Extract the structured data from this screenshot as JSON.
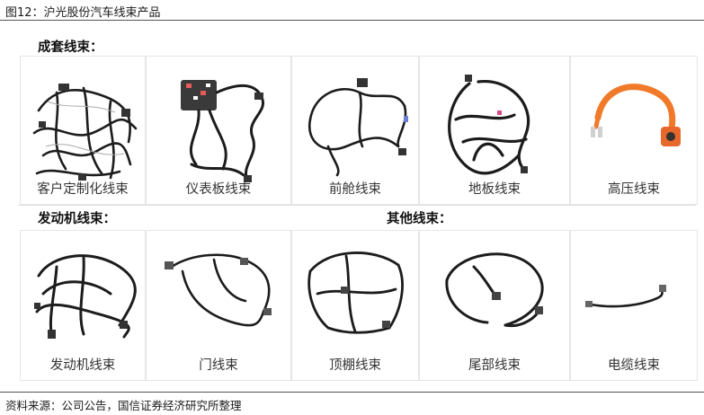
{
  "figure_title": "图12：沪光股份汽车线束产品",
  "sections": {
    "main": "成套线束：",
    "engine": "发动机线束：",
    "others": "其他线束："
  },
  "row1": [
    {
      "label": "客户定制化线束",
      "icon": "custom-harness-icon",
      "color": "#1c1c1c"
    },
    {
      "label": "仪表板线束",
      "icon": "dashboard-harness-icon",
      "color": "#1c1c1c"
    },
    {
      "label": "前舱线束",
      "icon": "front-compartment-harness-icon",
      "color": "#1c1c1c"
    },
    {
      "label": "地板线束",
      "icon": "floor-harness-icon",
      "color": "#1c1c1c"
    },
    {
      "label": "高压线束",
      "icon": "high-voltage-harness-icon",
      "color": "#f07a2a"
    }
  ],
  "row2": [
    {
      "label": "发动机线束",
      "icon": "engine-harness-icon",
      "color": "#1c1c1c"
    },
    {
      "label": "门线束",
      "icon": "door-harness-icon",
      "color": "#1c1c1c"
    },
    {
      "label": "顶棚线束",
      "icon": "roof-harness-icon",
      "color": "#1c1c1c"
    },
    {
      "label": "尾部线束",
      "icon": "rear-harness-icon",
      "color": "#1c1c1c"
    },
    {
      "label": "电缆线束",
      "icon": "cable-harness-icon",
      "color": "#1c1c1c"
    }
  ],
  "source": "资料来源：公司公告，国信证券经济研究所整理"
}
